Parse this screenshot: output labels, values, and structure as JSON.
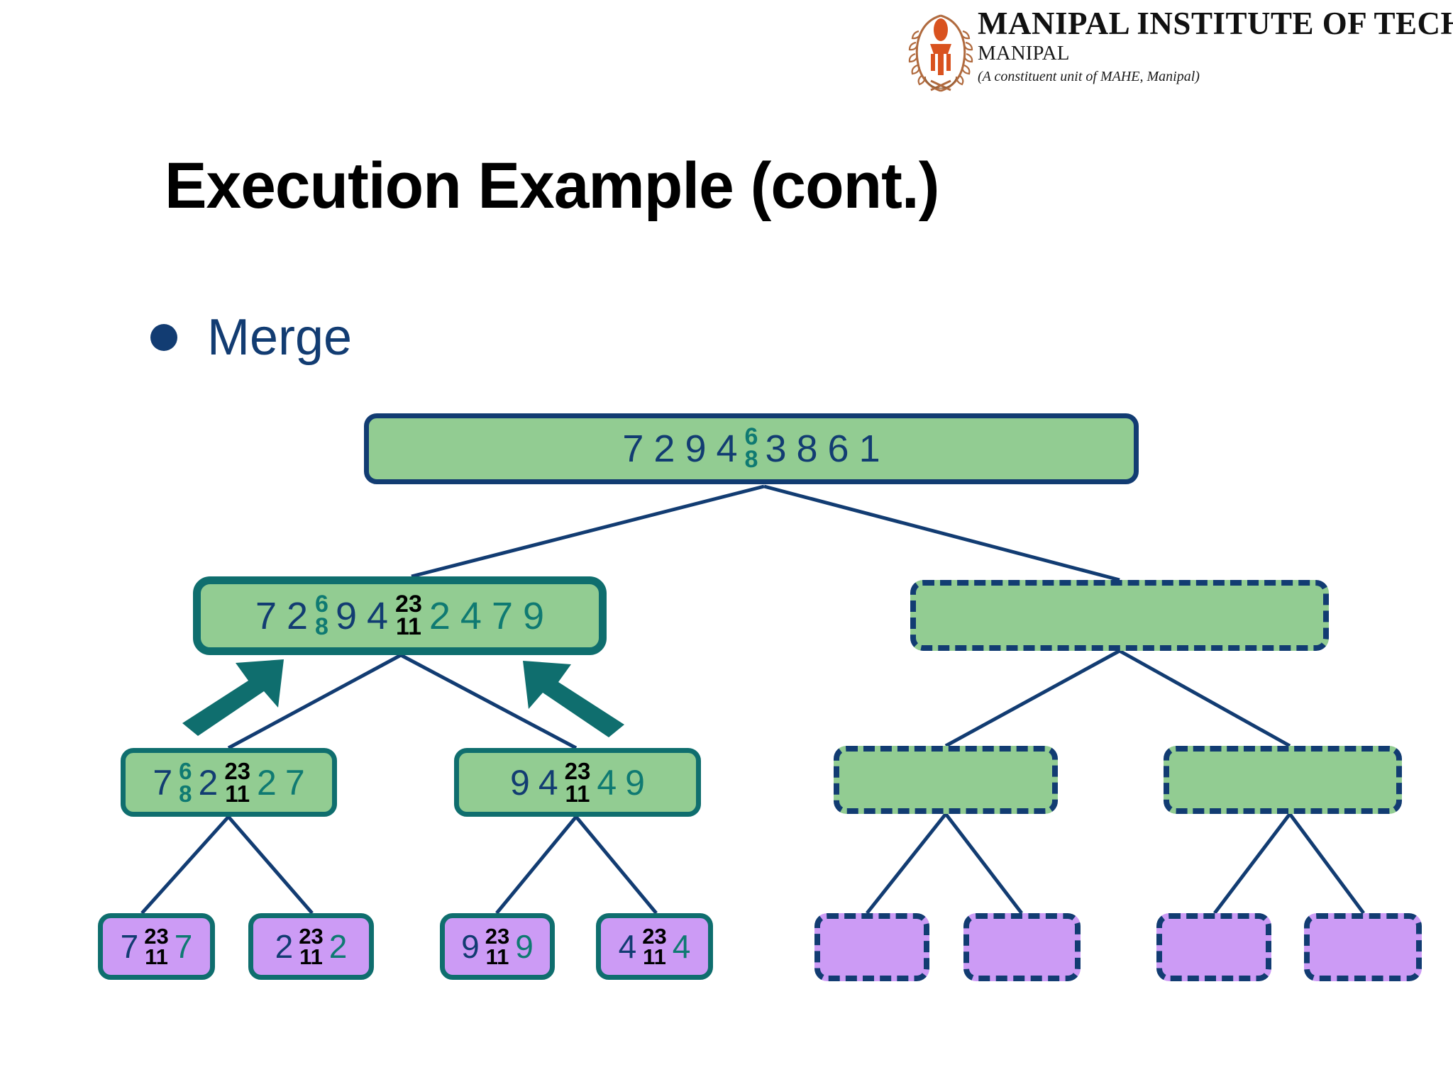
{
  "header": {
    "logo_icon": "manipal-torch-emblem-icon",
    "institute_name": "MANIPAL INSTITUTE OF TECHNOLOGY",
    "institute_city": "MANIPAL",
    "institute_subtitle": "(A constituent unit of MAHE, Manipal)"
  },
  "title": "Execution Example (cont.)",
  "bullet": {
    "marker_icon": "bullet-dot-icon",
    "label": "Merge"
  },
  "colors": {
    "navy": "#123C72",
    "teal": "#0F6E6E",
    "teal_text": "#0F7A72",
    "green_fill": "#92CC92",
    "purple_fill": "#CC9BF5",
    "title_black": "#000000"
  },
  "chart_data": {
    "type": "diagram",
    "subtype": "merge-sort-recursion-tree",
    "title": "Execution Example (cont.)",
    "annotation": "Merge",
    "levels": 4,
    "nodes": [
      {
        "id": "root",
        "level": 0,
        "style": "solid-navy",
        "fill": "green",
        "tokens": [
          {
            "text": "7",
            "color": "navy"
          },
          {
            "text": "2",
            "color": "navy"
          },
          {
            "text": "9",
            "color": "navy"
          },
          {
            "text": "4",
            "color": "navy"
          },
          {
            "top": "6",
            "bottom": "8",
            "color": "teal"
          },
          {
            "text": "3",
            "color": "navy"
          },
          {
            "text": "8",
            "color": "navy"
          },
          {
            "text": "6",
            "color": "navy"
          },
          {
            "text": "1",
            "color": "navy"
          }
        ]
      },
      {
        "id": "L1",
        "level": 1,
        "style": "thick-teal",
        "fill": "green",
        "highlighted": true,
        "tokens": [
          {
            "text": "7",
            "color": "navy"
          },
          {
            "text": "2",
            "color": "navy"
          },
          {
            "top": "6",
            "bottom": "8",
            "color": "teal"
          },
          {
            "text": "9",
            "color": "navy"
          },
          {
            "text": "4",
            "color": "navy"
          },
          {
            "top": "23",
            "bottom": "11",
            "color": "black"
          },
          {
            "text": "2",
            "color": "teal"
          },
          {
            "text": "4",
            "color": "teal"
          },
          {
            "text": "7",
            "color": "teal"
          },
          {
            "text": "9",
            "color": "teal"
          }
        ]
      },
      {
        "id": "R1",
        "level": 1,
        "style": "dashed-navy",
        "fill": "green",
        "tokens": []
      },
      {
        "id": "L2a",
        "level": 2,
        "style": "solid-teal",
        "fill": "green",
        "tokens": [
          {
            "text": "7",
            "color": "navy"
          },
          {
            "top": "6",
            "bottom": "8",
            "color": "teal"
          },
          {
            "text": "2",
            "color": "navy"
          },
          {
            "top": "23",
            "bottom": "11",
            "color": "black"
          },
          {
            "text": "2",
            "color": "teal"
          },
          {
            "text": "7",
            "color": "teal"
          }
        ]
      },
      {
        "id": "L2b",
        "level": 2,
        "style": "solid-teal",
        "fill": "green",
        "tokens": [
          {
            "text": "9",
            "color": "navy"
          },
          {
            "text": "4",
            "color": "navy"
          },
          {
            "top": "23",
            "bottom": "11",
            "color": "black"
          },
          {
            "text": "4",
            "color": "teal"
          },
          {
            "text": "9",
            "color": "teal"
          }
        ]
      },
      {
        "id": "R2a",
        "level": 2,
        "style": "dashed-navy",
        "fill": "green",
        "tokens": []
      },
      {
        "id": "R2b",
        "level": 2,
        "style": "dashed-navy",
        "fill": "green",
        "tokens": []
      },
      {
        "id": "L3a",
        "level": 3,
        "style": "solid-teal",
        "fill": "purple",
        "tokens": [
          {
            "text": "7",
            "color": "navy"
          },
          {
            "top": "23",
            "bottom": "11",
            "color": "black"
          },
          {
            "text": "7",
            "color": "teal"
          }
        ]
      },
      {
        "id": "L3b",
        "level": 3,
        "style": "solid-teal",
        "fill": "purple",
        "tokens": [
          {
            "text": "2",
            "color": "navy"
          },
          {
            "top": "23",
            "bottom": "11",
            "color": "black"
          },
          {
            "text": "2",
            "color": "teal"
          }
        ]
      },
      {
        "id": "L3c",
        "level": 3,
        "style": "solid-teal",
        "fill": "purple",
        "tokens": [
          {
            "text": "9",
            "color": "navy"
          },
          {
            "top": "23",
            "bottom": "11",
            "color": "black"
          },
          {
            "text": "9",
            "color": "teal"
          }
        ]
      },
      {
        "id": "L3d",
        "level": 3,
        "style": "solid-teal",
        "fill": "purple",
        "tokens": [
          {
            "text": "4",
            "color": "navy"
          },
          {
            "top": "23",
            "bottom": "11",
            "color": "black"
          },
          {
            "text": "4",
            "color": "teal"
          }
        ]
      },
      {
        "id": "R3a",
        "level": 3,
        "style": "dashed-navy",
        "fill": "purple",
        "tokens": []
      },
      {
        "id": "R3b",
        "level": 3,
        "style": "dashed-navy",
        "fill": "purple",
        "tokens": []
      },
      {
        "id": "R3c",
        "level": 3,
        "style": "dashed-navy",
        "fill": "purple",
        "tokens": []
      },
      {
        "id": "R3d",
        "level": 3,
        "style": "dashed-navy",
        "fill": "purple",
        "tokens": []
      }
    ],
    "arrows": [
      {
        "id": "merge-arrow-left",
        "direction": "up-right",
        "color": "#0F6E6E"
      },
      {
        "id": "merge-arrow-right",
        "direction": "up-left",
        "color": "#0F6E6E"
      }
    ]
  }
}
